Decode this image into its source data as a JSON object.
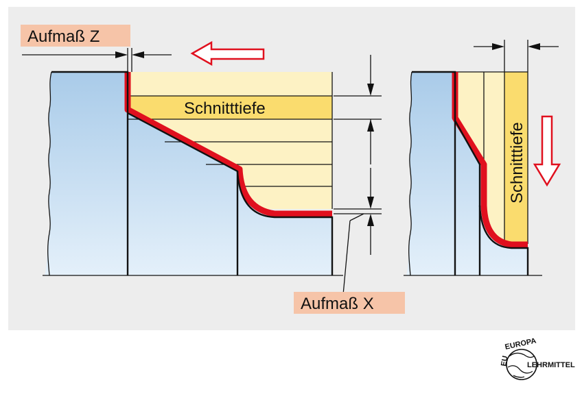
{
  "labels": {
    "aufmass_z": "Aufmaß Z",
    "aufmass_x": "Aufmaß X",
    "schnitttiefe_left": "Schnitttiefe",
    "schnitttiefe_right": "Schnitttiefe"
  },
  "logo": {
    "top_text": "EUROPA",
    "side_text": "EU",
    "main_text": "LEHRMITTEL"
  },
  "colors": {
    "panel_background": "#ededed",
    "workpiece_blue": "#bcd8ef",
    "stock_yellow": "#fdf2c4",
    "cut_layer_yellow": "#fadc6e",
    "finish_allowance_red": "#e0101e",
    "label_background": "#f6c4a8"
  },
  "icons": {
    "feed_arrow_left": "arrow-left-outline-red",
    "feed_arrow_down": "arrow-down-outline-red"
  }
}
